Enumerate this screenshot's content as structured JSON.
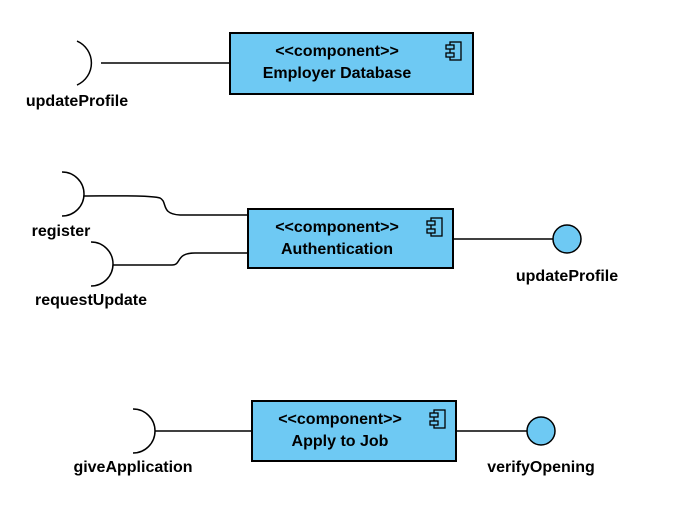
{
  "colors": {
    "component_fill": "#6ec9f3",
    "stroke": "#000000",
    "background": "#ffffff"
  },
  "components": [
    {
      "stereotype": "<<component>>",
      "name": "Employer Database",
      "icon": "component-icon"
    },
    {
      "stereotype": "<<component>>",
      "name": "Authentication",
      "icon": "component-icon"
    },
    {
      "stereotype": "<<component>>",
      "name": "Apply to Job",
      "icon": "component-icon"
    }
  ],
  "required_interfaces": [
    {
      "label": "updateProfile",
      "component": "Employer Database"
    },
    {
      "label": "register",
      "component": "Authentication"
    },
    {
      "label": "requestUpdate",
      "component": "Authentication"
    },
    {
      "label": "giveApplication",
      "component": "Apply to Job"
    }
  ],
  "provided_interfaces": [
    {
      "label": "updateProfile",
      "component": "Authentication"
    },
    {
      "label": "verifyOpening",
      "component": "Apply to Job"
    }
  ]
}
